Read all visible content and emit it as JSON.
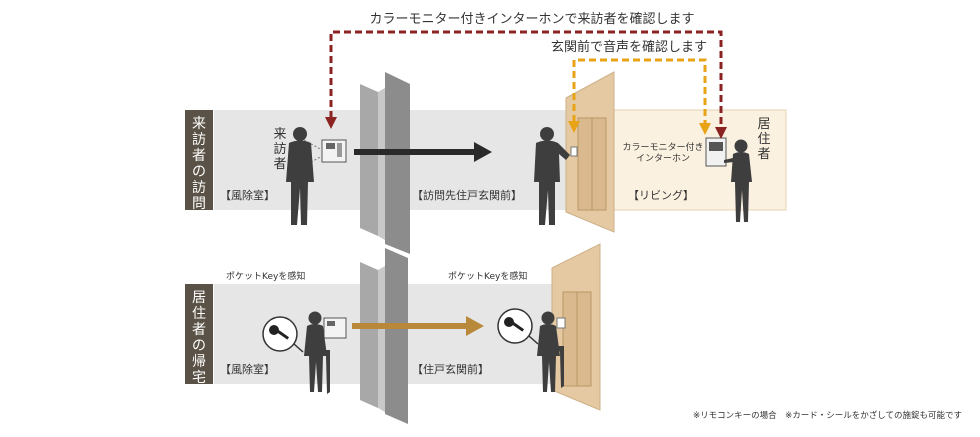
{
  "top_annotations": {
    "color_monitor_note": "カラーモニター付きインターホンで来訪者を確認します",
    "entrance_note": "玄関前で音声を確認します"
  },
  "visit_section": {
    "side_label": [
      "来",
      "訪",
      "者",
      "の",
      "訪",
      "問"
    ],
    "visitor_label": [
      "来",
      "訪",
      "者"
    ],
    "resident_label": [
      "居",
      "住",
      "者"
    ],
    "wind_room_label": "【風除室】",
    "destination_label": "【訪問先住戸玄関前】",
    "living_label": "【リビング】",
    "monitor_label_line1": "カラーモニター付き",
    "monitor_label_line2": "インターホン"
  },
  "return_section": {
    "side_label": [
      "居",
      "住",
      "者",
      "の",
      "帰",
      "宅"
    ],
    "pocket_key_left": "ポケットKeyを感知",
    "pocket_key_right": "ポケットKeyを感知",
    "wind_room_label": "【風除室】",
    "entrance_label": "【住戸玄関前】"
  },
  "footnote": "※リモコンキーの場合　※カード・シールをかざしての施錠も可能です",
  "colors": {
    "dashed_red": "#8b2323",
    "dashed_orange": "#e8a317",
    "arrow_dark": "#2a2a2a",
    "arrow_gold": "#b8893a",
    "side_label_bg": "#5a5246",
    "door_wood": "#e4c9a2",
    "living_bg": "#fbf1e0"
  }
}
